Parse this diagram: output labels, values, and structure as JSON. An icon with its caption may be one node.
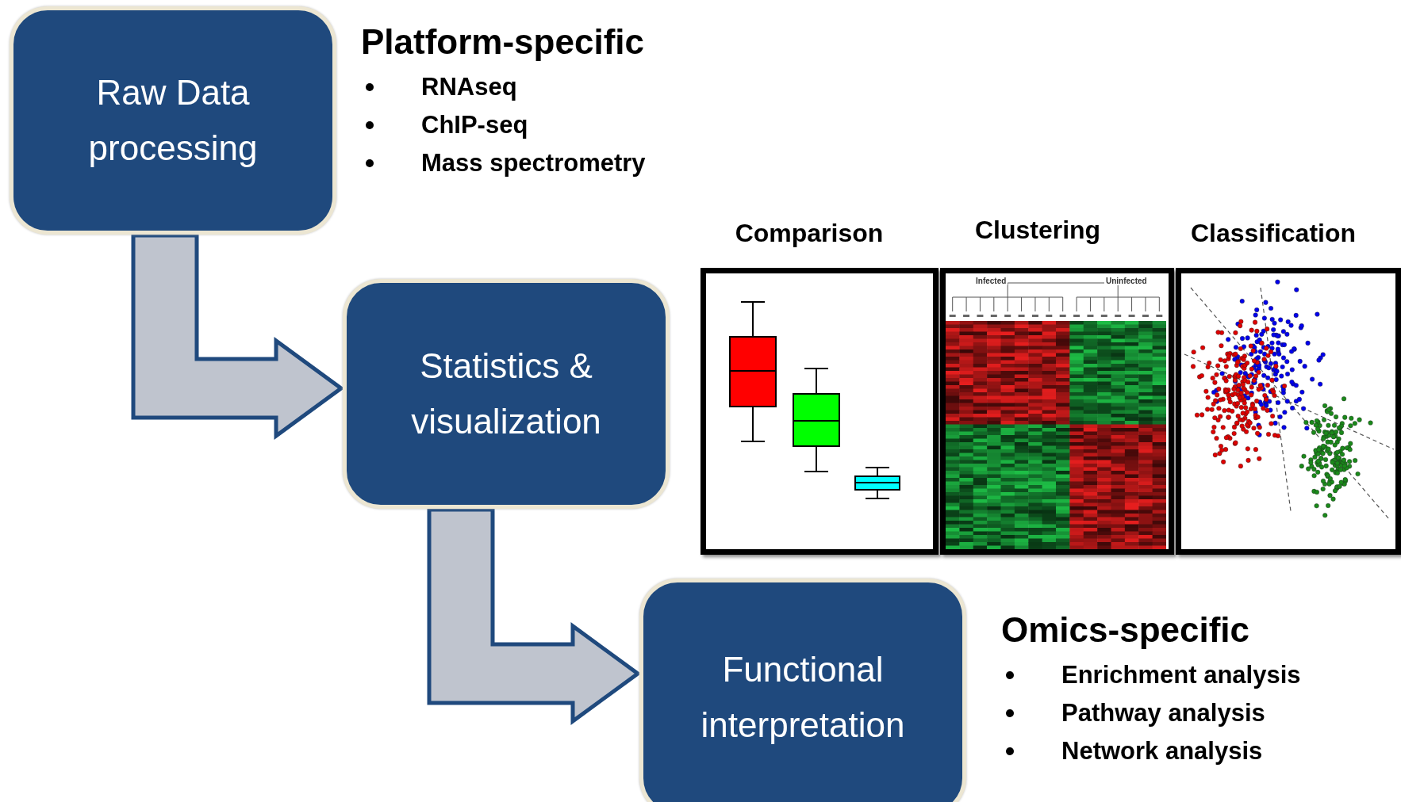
{
  "diagram": {
    "nodes": [
      {
        "text": [
          "Raw Data processing"
        ],
        "beside": [
          "Platform-specific",
          "RNAseq",
          "ChIP-seq",
          "Mass spectrometry"
        ]
      },
      {
        "text": [
          "Statistics & visualization"
        ]
      },
      {
        "text": [
          "Functional interpretation"
        ],
        "beside": [
          "Omics-specific",
          "Enrichment analysis",
          "Pathway analysis",
          "Network analysis"
        ]
      }
    ],
    "edges": [
      {
        "from": 0,
        "to": 1,
        "arrow": "to",
        "style": "thick"
      },
      {
        "from": 1,
        "to": 2,
        "arrow": "to",
        "style": "thick"
      }
    ],
    "labels": [
      "Comparison",
      "Clustering",
      "Classification",
      "Infected",
      "Uninfected"
    ]
  }
}
